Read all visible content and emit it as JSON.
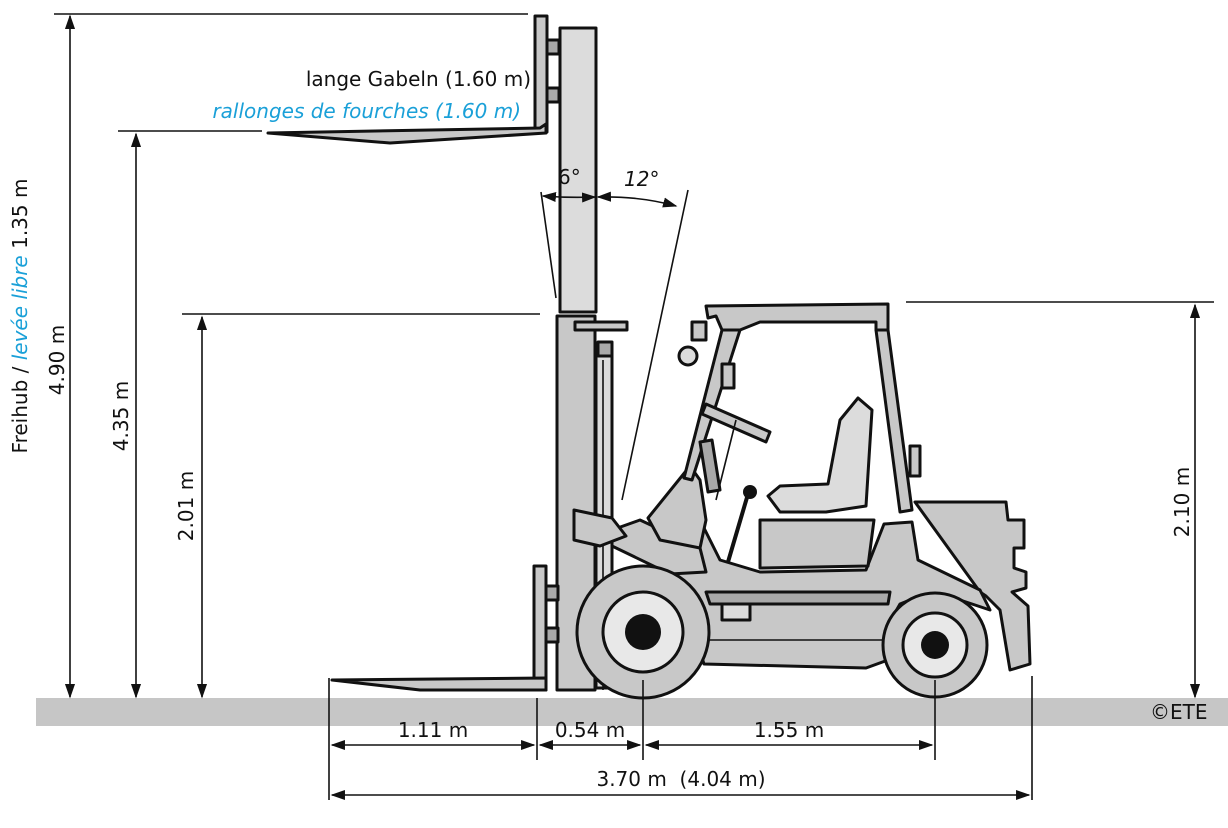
{
  "labels": {
    "long_forks_de": "lange Gabeln (1.60 m)",
    "long_forks_fr": "rallonges de fourches (1.60 m)",
    "tilt_forward": "6°",
    "tilt_back": "12°",
    "free_lift_de": "Freihub / ",
    "free_lift_fr": "levée libre",
    "free_lift_value": " 1.35 m",
    "height_max": "4.90 m",
    "height_fork_top": "4.35 m",
    "height_mast": "2.01 m",
    "height_overhead_guard": "2.10 m",
    "len_forks": "1.11 m",
    "len_front_overhang": "0.54 m",
    "len_wheelbase": "1.55 m",
    "len_total": "3.70 m  (4.04 m)",
    "copyright": "©ETE"
  },
  "colors": {
    "ground": "#c6c6c6",
    "machine": "#c8c8c8",
    "outline": "#111111",
    "french_text": "#1aa0d8"
  }
}
